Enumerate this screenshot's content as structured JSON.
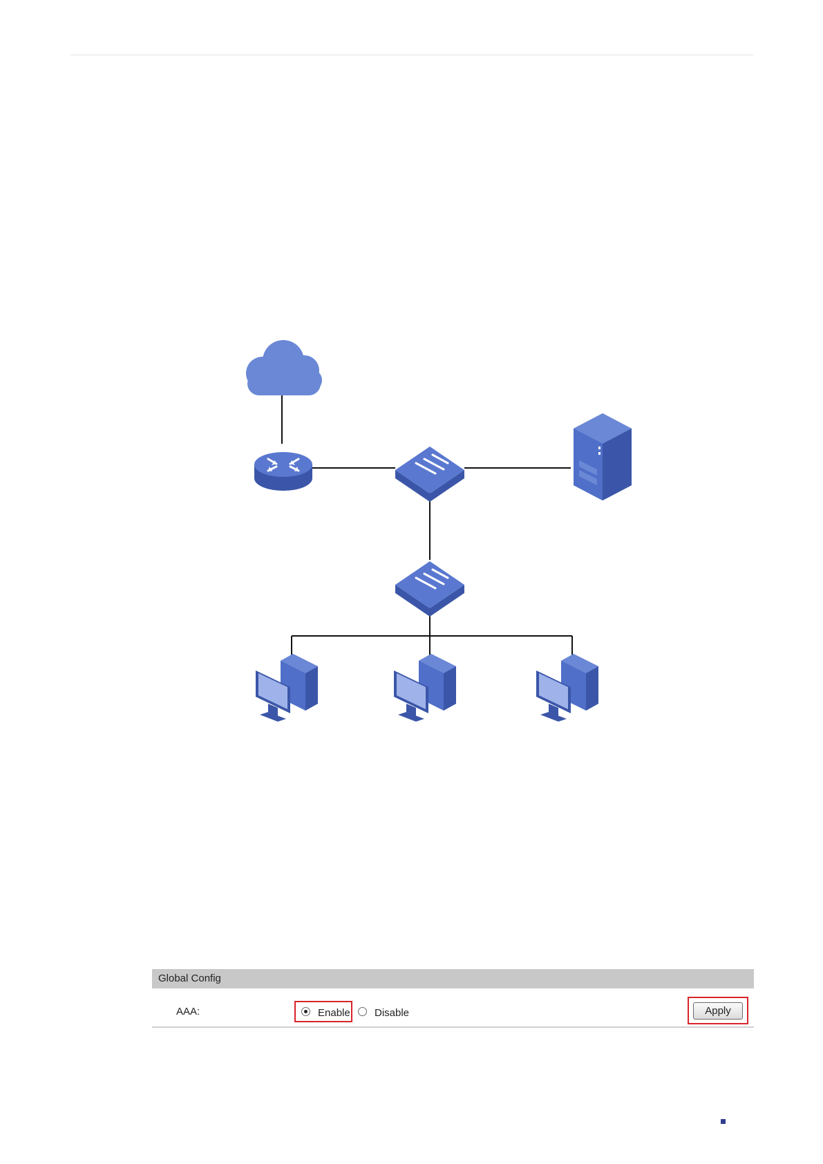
{
  "global_config": {
    "title": "Global Config",
    "aaa_label": "AAA:",
    "enable_label": "Enable",
    "disable_label": "Disable",
    "selected": "Enable",
    "apply_label": "Apply"
  },
  "colors": {
    "device_blue": "#4f6fc8",
    "device_blue_dark": "#3b56a8",
    "cloud_blue": "#6b88d6",
    "highlight_red": "#d8232a",
    "header_gray": "#c8c8c8"
  },
  "diagram": {
    "nodes": [
      "cloud-icon",
      "router-icon",
      "core-switch-icon",
      "server-icon",
      "access-switch-icon",
      "pc-icon",
      "pc-icon",
      "pc-icon"
    ]
  }
}
